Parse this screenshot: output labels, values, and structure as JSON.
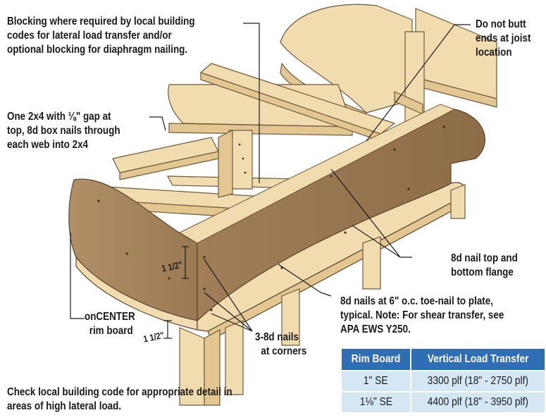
{
  "callouts": {
    "blocking": [
      "Blocking where required by local building",
      "codes for lateral load transfer and/or",
      "optional blocking for diaphragm nailing."
    ],
    "gap": [
      "One 2x4 with ⅛\" gap at",
      "top, 8d box nails through",
      "each web into 2x4"
    ],
    "butt": [
      "Do not butt",
      "ends at joist",
      "location"
    ],
    "flange": [
      "8d nail top and",
      "bottom flange"
    ],
    "toenail_1": "8d nails at 6\" o.c. toe-nail to plate,",
    "toenail_2_prefix": "typical.",
    "toenail_note": "Note:",
    "toenail_2_suffix": "For shear transfer, see",
    "toenail_3": "APA EWS Y250.",
    "rim": [
      "onCENTER",
      "rim board"
    ],
    "corners": [
      "3-8d nails",
      "at corners"
    ],
    "check": [
      "Check local building code for appropriate detail in",
      "areas of high lateral load."
    ]
  },
  "dimensions": {
    "upper": "1 1/2\"",
    "lower": "1 1/2\""
  },
  "table": {
    "headers": [
      "Rim Board",
      "Vertical Load Transfer"
    ],
    "rows": [
      [
        "1\" SE",
        "3300 plf (18\" - 2750 plf)"
      ],
      [
        "1⅛\" SE",
        "4400 plf (18\" - 3950 plf)"
      ]
    ]
  },
  "colors": {
    "wood_light": "#f1dcb0",
    "wood_mid": "#e3c690",
    "rim_board": "#a7865e",
    "table_header": "#2f6eb5",
    "table_row": "#d5e6f5"
  }
}
